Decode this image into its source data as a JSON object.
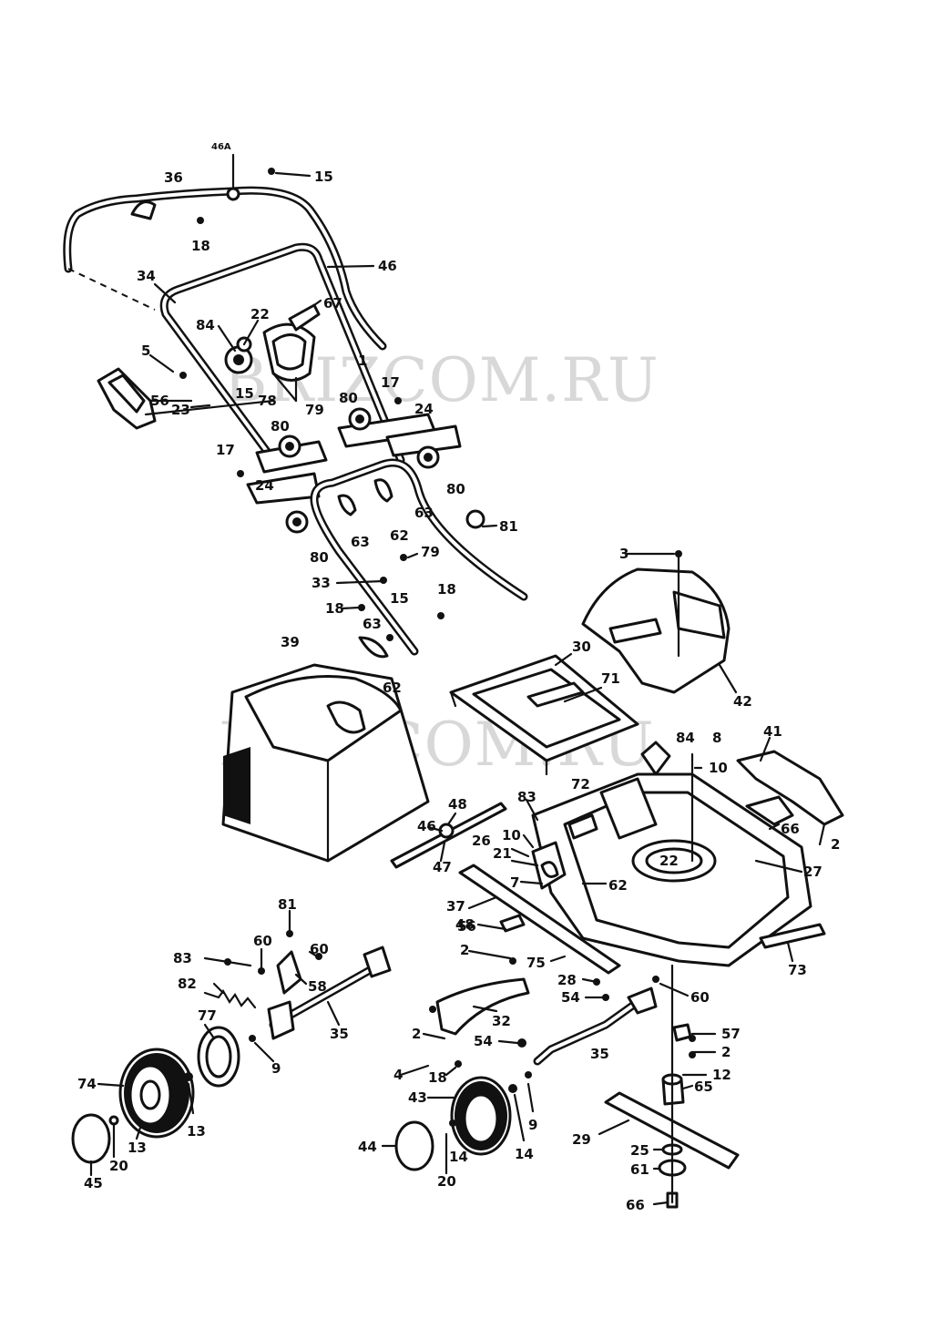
{
  "watermark": {
    "top": "BRIZCOM.RU",
    "middle": "BRIZCOM.RU"
  },
  "labels": [
    {
      "id": "l1",
      "text": "46A"
    },
    {
      "id": "l2",
      "text": "15"
    },
    {
      "id": "l3",
      "text": "36"
    },
    {
      "id": "l4",
      "text": "18"
    },
    {
      "id": "l5",
      "text": "46"
    },
    {
      "id": "l6",
      "text": "34"
    },
    {
      "id": "l7",
      "text": "67"
    },
    {
      "id": "l8",
      "text": "84"
    },
    {
      "id": "l9",
      "text": "22"
    },
    {
      "id": "l10",
      "text": "5"
    },
    {
      "id": "l11",
      "text": "1"
    },
    {
      "id": "l12",
      "text": "15"
    },
    {
      "id": "l13",
      "text": "78"
    },
    {
      "id": "l14",
      "text": "56"
    },
    {
      "id": "l15",
      "text": "23"
    },
    {
      "id": "l16",
      "text": "79"
    },
    {
      "id": "l17",
      "text": "17"
    },
    {
      "id": "l18",
      "text": "80"
    },
    {
      "id": "l19",
      "text": "24"
    },
    {
      "id": "l20",
      "text": "80"
    },
    {
      "id": "l21",
      "text": "17"
    },
    {
      "id": "l22",
      "text": "24"
    },
    {
      "id": "l23",
      "text": "80"
    },
    {
      "id": "l24",
      "text": "63"
    },
    {
      "id": "l25",
      "text": "62"
    },
    {
      "id": "l26",
      "text": "63"
    },
    {
      "id": "l27",
      "text": "81"
    },
    {
      "id": "l28",
      "text": "80"
    },
    {
      "id": "l29",
      "text": "79"
    },
    {
      "id": "l30",
      "text": "33"
    },
    {
      "id": "l31",
      "text": "15"
    },
    {
      "id": "l32",
      "text": "18"
    },
    {
      "id": "l33",
      "text": "18"
    },
    {
      "id": "l34",
      "text": "63"
    },
    {
      "id": "l35",
      "text": "62"
    },
    {
      "id": "l36",
      "text": "3"
    },
    {
      "id": "l37",
      "text": "39"
    },
    {
      "id": "l38",
      "text": "30"
    },
    {
      "id": "l39",
      "text": "71"
    },
    {
      "id": "l40",
      "text": "42"
    },
    {
      "id": "l41",
      "text": "84"
    },
    {
      "id": "l42",
      "text": "8"
    },
    {
      "id": "l43",
      "text": "41"
    },
    {
      "id": "l44",
      "text": "10"
    },
    {
      "id": "l45",
      "text": "72"
    },
    {
      "id": "l46",
      "text": "83"
    },
    {
      "id": "l47",
      "text": "48"
    },
    {
      "id": "l48",
      "text": "46"
    },
    {
      "id": "l49",
      "text": "47"
    },
    {
      "id": "l50",
      "text": "26"
    },
    {
      "id": "l51",
      "text": "10"
    },
    {
      "id": "l52",
      "text": "21"
    },
    {
      "id": "l53",
      "text": "66"
    },
    {
      "id": "l54",
      "text": "2"
    },
    {
      "id": "l55",
      "text": "22"
    },
    {
      "id": "l56",
      "text": "27"
    },
    {
      "id": "l57",
      "text": "7"
    },
    {
      "id": "l58",
      "text": "62"
    },
    {
      "id": "l59",
      "text": "37"
    },
    {
      "id": "l60",
      "text": "48"
    },
    {
      "id": "l61",
      "text": "56"
    },
    {
      "id": "l62",
      "text": "2"
    },
    {
      "id": "l63",
      "text": "75"
    },
    {
      "id": "l64",
      "text": "73"
    },
    {
      "id": "l65",
      "text": "81"
    },
    {
      "id": "l66",
      "text": "60"
    },
    {
      "id": "l67",
      "text": "60"
    },
    {
      "id": "l68",
      "text": "83"
    },
    {
      "id": "l69",
      "text": "58"
    },
    {
      "id": "l70",
      "text": "82"
    },
    {
      "id": "l71",
      "text": "35"
    },
    {
      "id": "l72",
      "text": "77"
    },
    {
      "id": "l73",
      "text": "9"
    },
    {
      "id": "l74",
      "text": "28"
    },
    {
      "id": "l75",
      "text": "54"
    },
    {
      "id": "l76",
      "text": "60"
    },
    {
      "id": "l77",
      "text": "32"
    },
    {
      "id": "l78",
      "text": "2"
    },
    {
      "id": "l79",
      "text": "54"
    },
    {
      "id": "l80",
      "text": "57"
    },
    {
      "id": "l81",
      "text": "2"
    },
    {
      "id": "l82",
      "text": "35"
    },
    {
      "id": "l83",
      "text": "12"
    },
    {
      "id": "l84",
      "text": "74"
    },
    {
      "id": "l85",
      "text": "13"
    },
    {
      "id": "l86",
      "text": "13"
    },
    {
      "id": "l87",
      "text": "20"
    },
    {
      "id": "l88",
      "text": "45"
    },
    {
      "id": "l89",
      "text": "4"
    },
    {
      "id": "l90",
      "text": "18"
    },
    {
      "id": "l91",
      "text": "43"
    },
    {
      "id": "l92",
      "text": "9"
    },
    {
      "id": "l93",
      "text": "65"
    },
    {
      "id": "l94",
      "text": "14"
    },
    {
      "id": "l95",
      "text": "14"
    },
    {
      "id": "l96",
      "text": "29"
    },
    {
      "id": "l97",
      "text": "44"
    },
    {
      "id": "l98",
      "text": "20"
    },
    {
      "id": "l99",
      "text": "25"
    },
    {
      "id": "l100",
      "text": "61"
    },
    {
      "id": "l101",
      "text": "66"
    }
  ]
}
